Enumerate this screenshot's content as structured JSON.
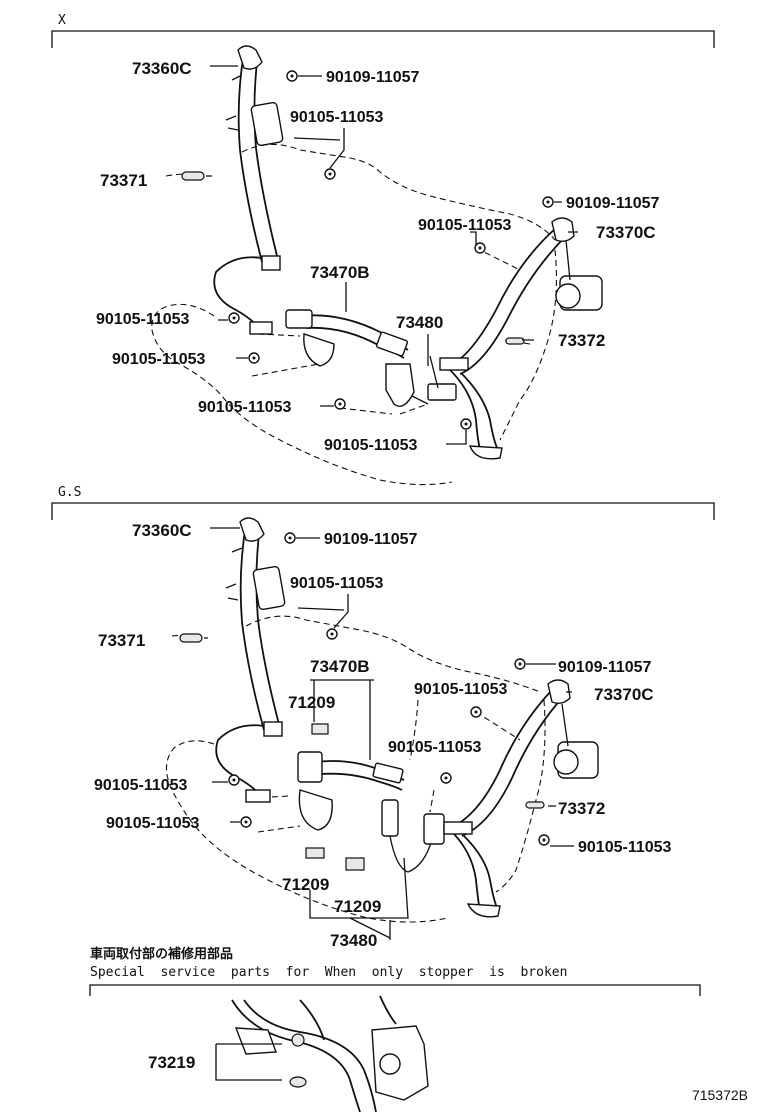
{
  "sections": {
    "x": {
      "title": "X"
    },
    "gs": {
      "title": "G.S"
    }
  },
  "special": {
    "title_jp": "車両取付部の補修用部品",
    "title_en": "Special  service  parts  for  When  only  stopper  is  broken"
  },
  "labels": {
    "x": {
      "p73360c": "73360C",
      "p90109_a": "90109-11057",
      "p90105_top": "90105-11053",
      "p73371": "73371",
      "p90109_b": "90109-11057",
      "p90105_mid": "90105-11053",
      "p73370c": "73370C",
      "p73470b": "73470B",
      "p90105_l1": "90105-11053",
      "p73480": "73480",
      "p73372": "73372",
      "p90105_l2": "90105-11053",
      "p90105_l3": "90105-11053",
      "p90105_r": "90105-11053"
    },
    "gs": {
      "p73360c": "73360C",
      "p90109_a": "90109-11057",
      "p90105_top": "90105-11053",
      "p73371": "73371",
      "p73470b": "73470B",
      "p90109_b": "90109-11057",
      "p90105_mid": "90105-11053",
      "p73370c": "73370C",
      "p71209_a": "71209",
      "p90105_c": "90105-11053",
      "p90105_l1": "90105-11053",
      "p73372": "73372",
      "p90105_l2": "90105-11053",
      "p90105_r": "90105-11053",
      "p71209_b": "71209",
      "p71209_c": "71209",
      "p73480": "73480"
    },
    "special": {
      "p73219": "73219"
    }
  },
  "figure_id": "715372B"
}
